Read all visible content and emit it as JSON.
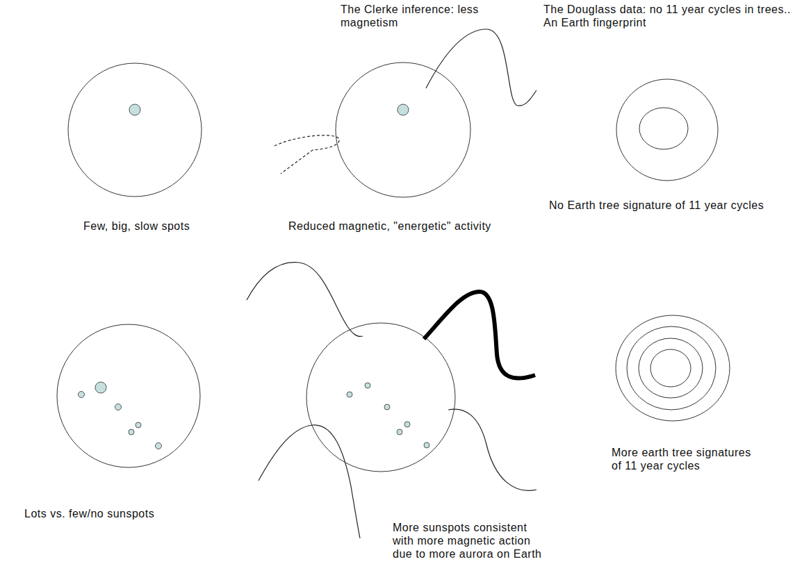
{
  "diagram": {
    "labels": [
      "The Clerke inference: less magnetism",
      "The Douglass data: no 11 year cycles in trees.. An Earth fingerprint",
      "Few, big, slow spots",
      "Reduced magnetic, \"energetic\" activity",
      "No Earth tree signature of 11 year cycles",
      "More earth tree signatures of 11 year cycles",
      "Lots vs. few/no sunspots",
      "More sunspots consistent with more magnetic action due to more aurora on Earth"
    ]
  }
}
